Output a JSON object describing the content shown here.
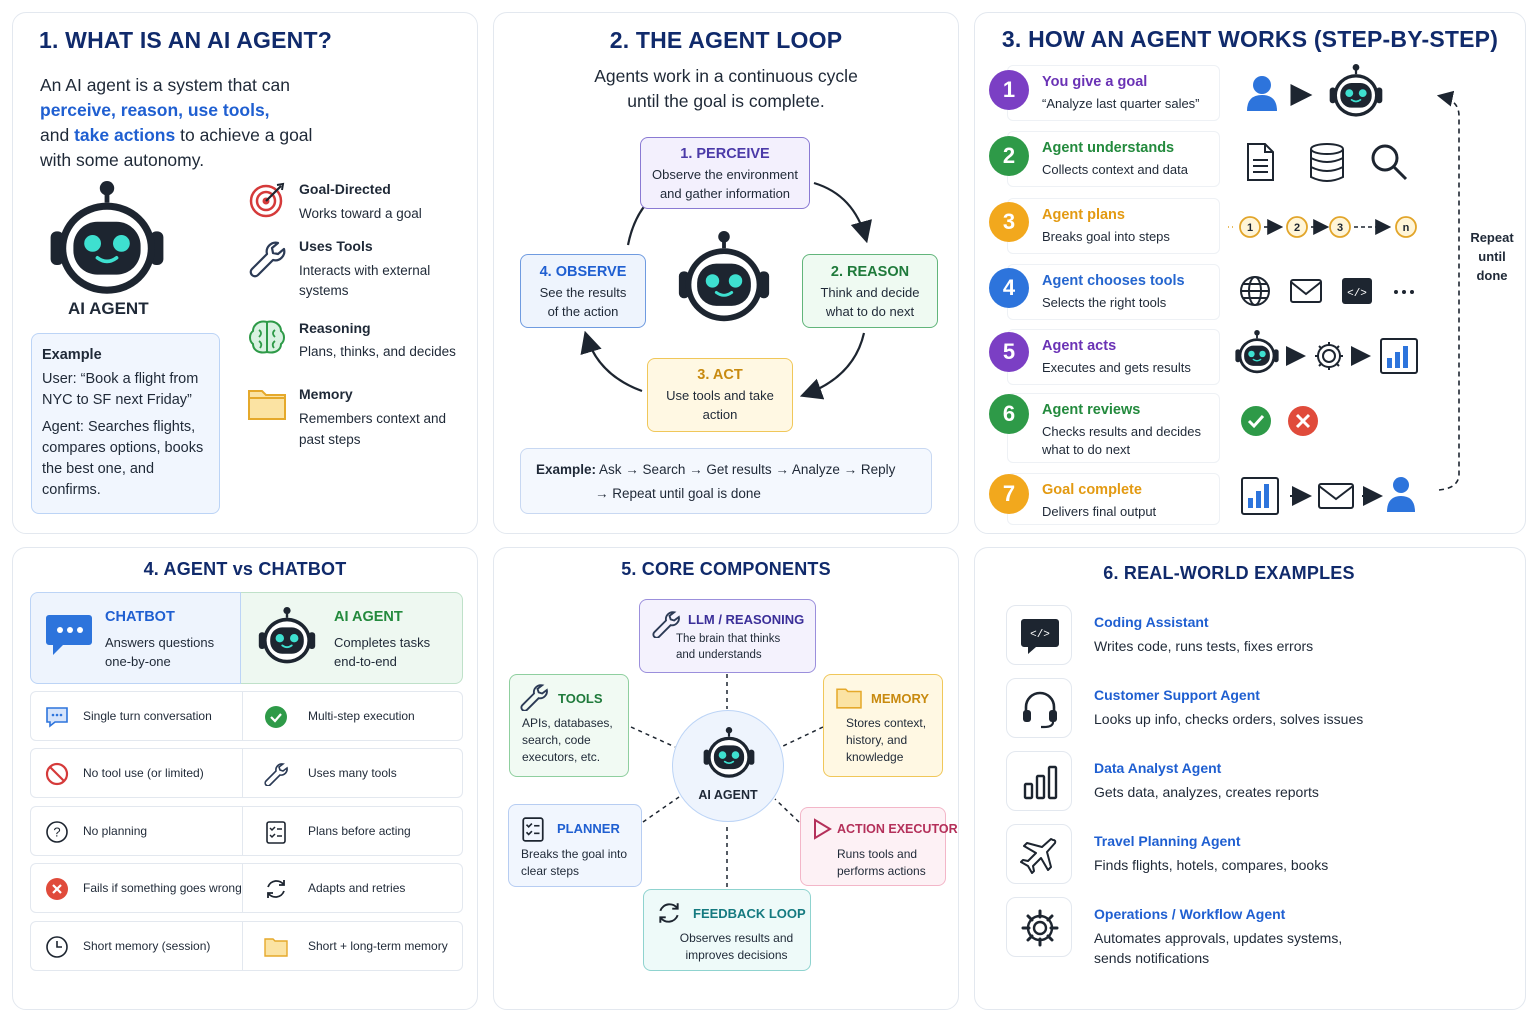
{
  "p1": {
    "title": "1. WHAT IS AN AI AGENT?",
    "intro_1": "An AI agent is a system that can",
    "intro_2": "perceive, reason, use tools,",
    "intro_3a": "and",
    "intro_3b": "take actions",
    "intro_3c": "to achieve a goal",
    "intro_4": "with some autonomy.",
    "robot_label": "AI AGENT",
    "example": {
      "title": "Example",
      "user": "User: “Book a flight from NYC to SF next Friday”",
      "agent": "Agent: Searches flights, compares options, books the best one, and confirms."
    },
    "features": [
      {
        "title": "Goal-Directed",
        "desc": "Works toward a goal",
        "icon": "target-icon"
      },
      {
        "title": "Uses Tools",
        "desc": "Interacts with external systems",
        "icon": "wrench-icon"
      },
      {
        "title": "Reasoning",
        "desc": "Plans, thinks, and decides",
        "icon": "brain-icon"
      },
      {
        "title": "Memory",
        "desc": "Remembers context and past steps",
        "icon": "folder-icon"
      }
    ]
  },
  "p2": {
    "title": "2. THE AGENT LOOP",
    "subtitle_1": "Agents work in a continuous cycle",
    "subtitle_2": "until the goal is complete.",
    "perceive": {
      "title": "1. PERCEIVE",
      "desc": "Observe the environment and gather information"
    },
    "reason": {
      "title": "2. REASON",
      "desc": "Think and decide what to do next"
    },
    "act": {
      "title": "3. ACT",
      "desc": "Use tools and take action"
    },
    "observe": {
      "title": "4. OBSERVE",
      "desc": "See the results of the action"
    },
    "example_label": "Example:",
    "example_1": "Ask → Search → Get results → Analyze → Reply",
    "example_2": "→ Repeat until goal is done"
  },
  "p3": {
    "title": "3. HOW AN AGENT WORKS (STEP-BY-STEP)",
    "repeat": [
      "Repeat",
      "until",
      "done"
    ],
    "steps": [
      {
        "n": "1",
        "title": "You give a goal",
        "desc": "“Analyze last quarter sales”",
        "color": "#7b3fc4"
      },
      {
        "n": "2",
        "title": "Agent understands",
        "desc": "Collects context and data",
        "color": "#2e9a48"
      },
      {
        "n": "3",
        "title": "Agent plans",
        "desc": "Breaks goal into steps",
        "color": "#f2a81d"
      },
      {
        "n": "4",
        "title": "Agent chooses tools",
        "desc": "Selects the right tools",
        "color": "#2d74dc"
      },
      {
        "n": "5",
        "title": "Agent acts",
        "desc": "Executes and gets results",
        "color": "#7b3fc4"
      },
      {
        "n": "6",
        "title": "Agent reviews",
        "desc": "Checks results and decides what to do next",
        "color": "#2e9a48"
      },
      {
        "n": "7",
        "title": "Goal complete",
        "desc": "Delivers final output",
        "color": "#f2a81d"
      }
    ],
    "plan_nodes": [
      "1",
      "2",
      "3",
      "n"
    ]
  },
  "p4": {
    "title_a": "4. AGENT vs",
    "title_b": "CHATBOT",
    "chatbot": {
      "title": "CHATBOT",
      "desc": "Answers questions one-by-one"
    },
    "agent": {
      "title": "AI AGENT",
      "desc": "Completes tasks end-to-end"
    },
    "rows": [
      {
        "left": "Single turn conversation",
        "right": "Multi-step execution"
      },
      {
        "left": "No tool use (or limited)",
        "right": "Uses many tools"
      },
      {
        "left": "No planning",
        "right": "Plans before acting"
      },
      {
        "left": "Fails if something goes wrong",
        "right": "Adapts and retries"
      },
      {
        "left": "Short memory (session)",
        "right": "Short + long-term memory"
      }
    ]
  },
  "p5": {
    "title": "5. CORE COMPONENTS",
    "center": "AI AGENT",
    "llm": {
      "title": "LLM / REASONING",
      "desc": "The brain that thinks and understands"
    },
    "tools": {
      "title": "TOOLS",
      "desc": "APIs, databases, search, code executors, etc."
    },
    "memory": {
      "title": "MEMORY",
      "desc": "Stores context, history, and knowledge"
    },
    "planner": {
      "title": "PLANNER",
      "desc": "Breaks the goal into clear steps"
    },
    "executor": {
      "title": "ACTION EXECUTOR",
      "desc": "Runs tools and performs actions"
    },
    "feedback": {
      "title": "FEEDBACK LOOP",
      "desc": "Observes results and improves decisions"
    }
  },
  "p6": {
    "title": "6. REAL-WORLD EXAMPLES",
    "items": [
      {
        "title": "Coding Assistant",
        "desc": "Writes code, runs tests, fixes errors",
        "icon": "code-chat-icon"
      },
      {
        "title": "Customer Support Agent",
        "desc": "Looks up info, checks orders, solves issues",
        "icon": "headset-icon"
      },
      {
        "title": "Data Analyst Agent",
        "desc": "Gets data, analyzes, creates reports",
        "icon": "bar-chart-icon"
      },
      {
        "title": "Travel Planning Agent",
        "desc": "Finds flights, hotels, compares, books",
        "icon": "airplane-icon"
      },
      {
        "title": "Operations / Workflow Agent",
        "desc": "Automates approvals, updates systems, sends notifications",
        "icon": "gear-icon"
      }
    ]
  }
}
